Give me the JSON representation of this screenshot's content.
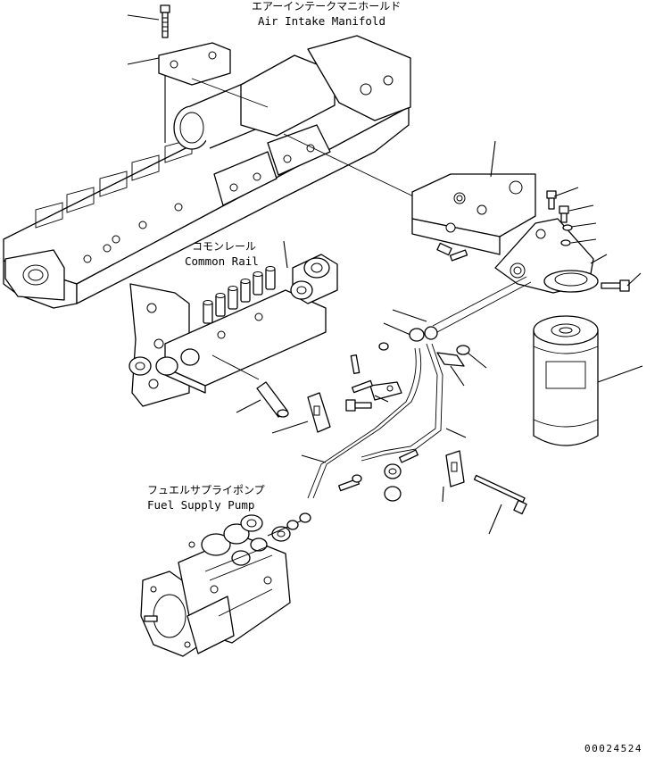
{
  "labels": {
    "air_intake_jp": "エアーインテークマニホールド",
    "air_intake_en": "Air Intake Manifold",
    "common_rail_jp": "コモンレール",
    "common_rail_en": "Common Rail",
    "fuel_pump_jp": "フュエルサプライポンプ",
    "fuel_pump_en": "Fuel Supply Pump",
    "drawing_number": "00024524"
  }
}
